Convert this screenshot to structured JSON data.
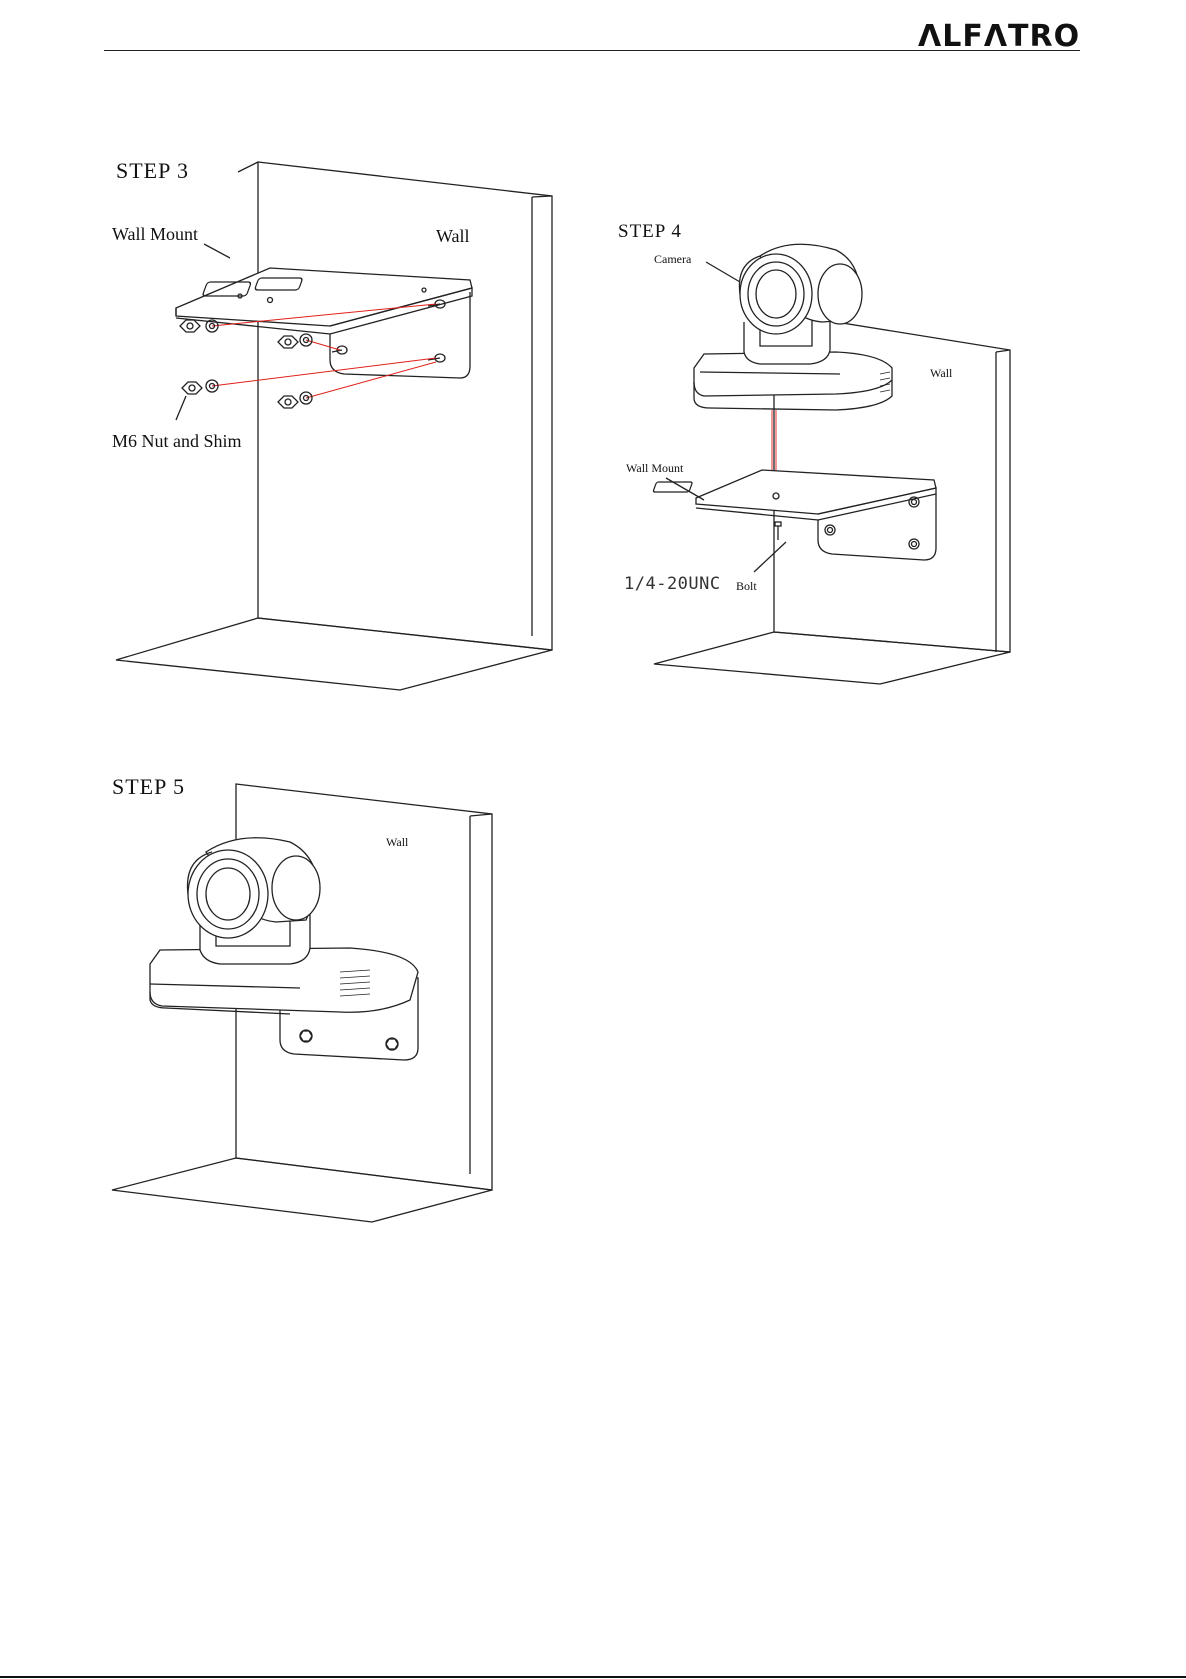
{
  "header": {
    "brand": "ALFATRON"
  },
  "step3": {
    "title": "STEP 3",
    "wall_mount": "Wall Mount",
    "wall": "Wall",
    "nut": "M6 Nut and Shim"
  },
  "step4": {
    "title": "STEP 4",
    "camera": "Camera",
    "wall": "Wall",
    "wall_mount": "Wall Mount",
    "bolt_spec": "1/4-20UNC",
    "bolt": "Bolt"
  },
  "step5": {
    "title": "STEP 5",
    "wall": "Wall"
  },
  "colors": {
    "line": "#222222",
    "guide": "#e0201a"
  }
}
